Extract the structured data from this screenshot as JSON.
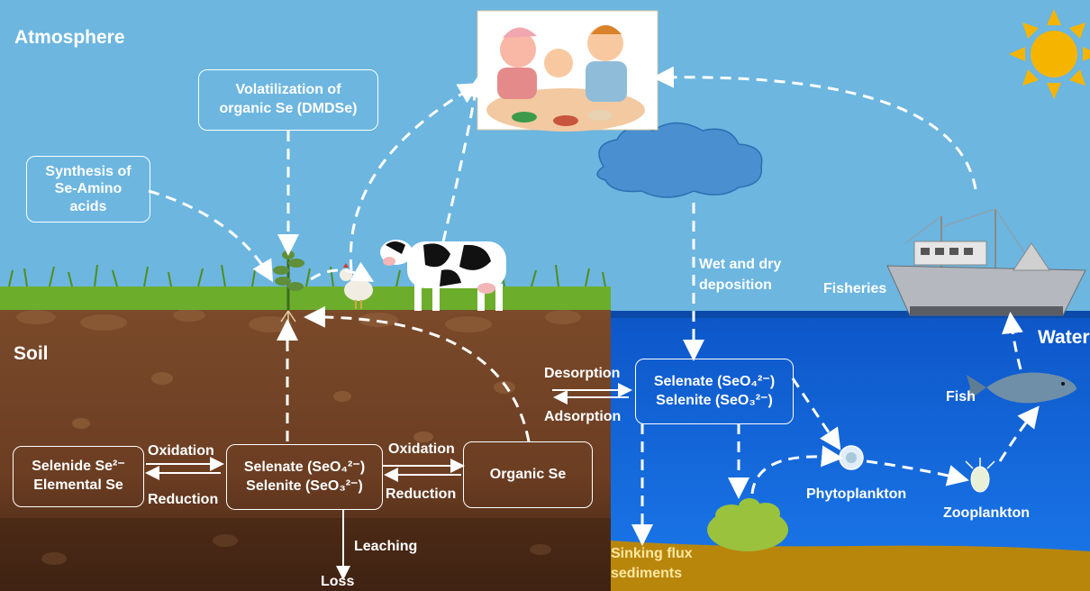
{
  "regions": {
    "atmosphere": "Atmosphere",
    "soil": "Soil",
    "water": "Water"
  },
  "boxes": {
    "volatilization": [
      "Volatilization of",
      "organic Se (DMDSe)"
    ],
    "synthesis": [
      "Synthesis of",
      "Se-Amino",
      "acids"
    ],
    "selenide": [
      "Selenide Se²⁻",
      "Elemental Se"
    ],
    "soil_selenate": [
      "Selenate (SeO₄²⁻)",
      "Selenite (SeO₃²⁻)"
    ],
    "organic_se": "Organic Se",
    "water_selenate": [
      "Selenate (SeO₄²⁻)",
      "Selenite (SeO₃²⁻)"
    ]
  },
  "processes": {
    "oxidation_1": "Oxidation",
    "reduction_1": "Reduction",
    "oxidation_2": "Oxidation",
    "reduction_2": "Reduction",
    "leaching": "Leaching",
    "loss": "Loss",
    "desorption": "Desorption",
    "adsorption": "Adsorption",
    "deposition": [
      "Wet and dry",
      "deposition"
    ],
    "fisheries": "Fisheries",
    "fish": "Fish",
    "phytoplankton": "Phytoplankton",
    "zooplankton": "Zooplankton",
    "sinking": [
      "Sinking flux",
      "sediments"
    ]
  },
  "colors": {
    "sky": "#6cb6e0",
    "soil": "#6b3d22",
    "soil_dark": "#3f2313",
    "water": "#1565d8",
    "grass": "#6cae2c",
    "sediment": "#b8860b",
    "sun": "#f5b400",
    "cloud": "#4a8fd0"
  }
}
